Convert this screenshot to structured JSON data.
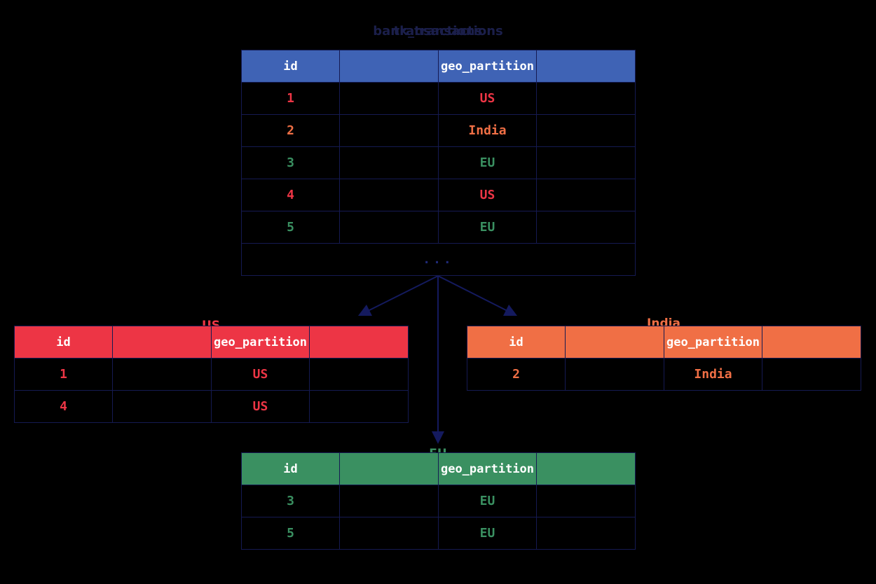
{
  "diagram": {
    "title": "bank_transactions",
    "title_overlay": "transactions",
    "accent_colors": {
      "source_header": "#3f63b5",
      "us_partition": "#ed3545",
      "india_partition": "#f06f45",
      "eu_partition": "#3a9061",
      "border": "#151a52",
      "background": "#000000",
      "arrow": "#1b1f6b"
    }
  },
  "source_table": {
    "name": "bank_transactions",
    "columns": [
      "id",
      "",
      "geo_partition",
      ""
    ],
    "rows": [
      {
        "id": "1",
        "blank1": "",
        "geo_partition": "US",
        "blank2": "",
        "color": "us"
      },
      {
        "id": "2",
        "blank1": "",
        "geo_partition": "India",
        "blank2": "",
        "color": "india"
      },
      {
        "id": "3",
        "blank1": "",
        "geo_partition": "EU",
        "blank2": "",
        "color": "eu"
      },
      {
        "id": "4",
        "blank1": "",
        "geo_partition": "US",
        "blank2": "",
        "color": "us"
      },
      {
        "id": "5",
        "blank1": "",
        "geo_partition": "EU",
        "blank2": "",
        "color": "eu"
      }
    ],
    "more_indicator": "..."
  },
  "partitions": [
    {
      "key": "us",
      "label": "US",
      "columns": [
        "id",
        "",
        "geo_partition",
        ""
      ],
      "rows": [
        {
          "id": "1",
          "blank1": "",
          "geo_partition": "US",
          "blank2": ""
        },
        {
          "id": "4",
          "blank1": "",
          "geo_partition": "US",
          "blank2": ""
        }
      ]
    },
    {
      "key": "india",
      "label": "India",
      "columns": [
        "id",
        "",
        "geo_partition",
        ""
      ],
      "rows": [
        {
          "id": "2",
          "blank1": "",
          "geo_partition": "India",
          "blank2": ""
        }
      ]
    },
    {
      "key": "eu",
      "label": "EU",
      "columns": [
        "id",
        "",
        "geo_partition",
        ""
      ],
      "rows": [
        {
          "id": "3",
          "blank1": "",
          "geo_partition": "EU",
          "blank2": ""
        },
        {
          "id": "5",
          "blank1": "",
          "geo_partition": "EU",
          "blank2": ""
        }
      ]
    }
  ]
}
